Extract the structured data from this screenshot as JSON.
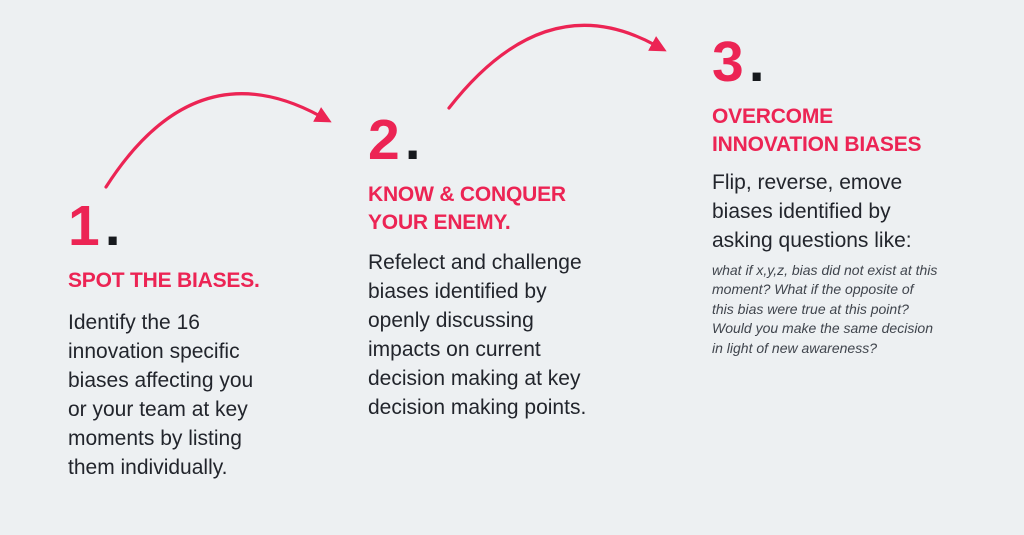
{
  "colors": {
    "background": "#edf0f2",
    "accent": "#ec2454",
    "dot": "#16191d",
    "body_text": "#22252c",
    "note_text": "#40454d"
  },
  "steps": [
    {
      "number": "1",
      "period": ".",
      "heading": "SPOT THE BIASES.",
      "body": "Identify the 16 innovation specific biases affecting you or your team at key moments by listing them individually."
    },
    {
      "number": "2",
      "period": ".",
      "heading": "KNOW & CONQUER YOUR ENEMY.",
      "body": "Refelect and challenge biases identified by openly discussing impacts on current decision making at key decision making points."
    },
    {
      "number": "3",
      "period": ".",
      "heading": "OVERCOME INNOVATION BIASES",
      "body": "Flip, reverse, emove biases identified by asking questions like:",
      "note_lines": [
        "what if x,y,z, bias did not exist at this",
        "moment? What if the opposite of",
        "this bias were true at this point?",
        "Would you make the same decision",
        "in light of new awareness?"
      ]
    }
  ],
  "icons": [
    {
      "name": "curved-arrow-step1-to-step2",
      "color": "#ec2454"
    },
    {
      "name": "curved-arrow-step2-to-step3",
      "color": "#ec2454"
    }
  ]
}
